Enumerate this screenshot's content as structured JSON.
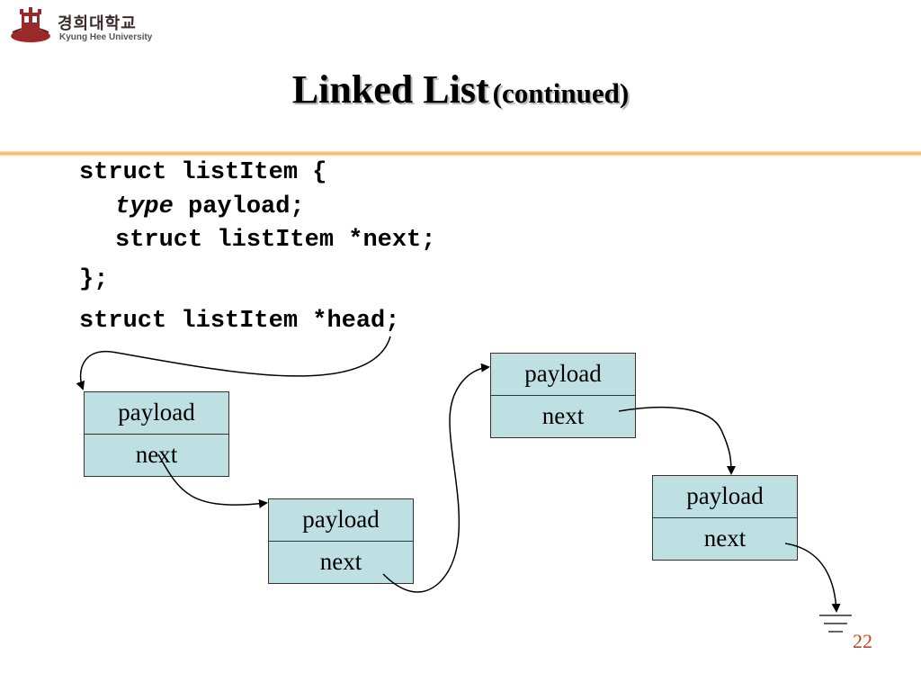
{
  "header": {
    "logo_korean": "경희대학교",
    "logo_english": "Kyung Hee University"
  },
  "title": {
    "main": "Linked List",
    "sub": "(continued)"
  },
  "code": {
    "line1": "struct listItem {",
    "line2_type": "type",
    "line2_rest": " payload;",
    "line3": "struct listItem *next;",
    "line4": "};",
    "line5": "struct listItem *head;"
  },
  "diagram": {
    "nodes": [
      {
        "payload": "payload",
        "next": "next"
      },
      {
        "payload": "payload",
        "next": "next"
      },
      {
        "payload": "payload",
        "next": "next"
      },
      {
        "payload": "payload",
        "next": "next"
      }
    ]
  },
  "footer": {
    "page_number": "22"
  }
}
